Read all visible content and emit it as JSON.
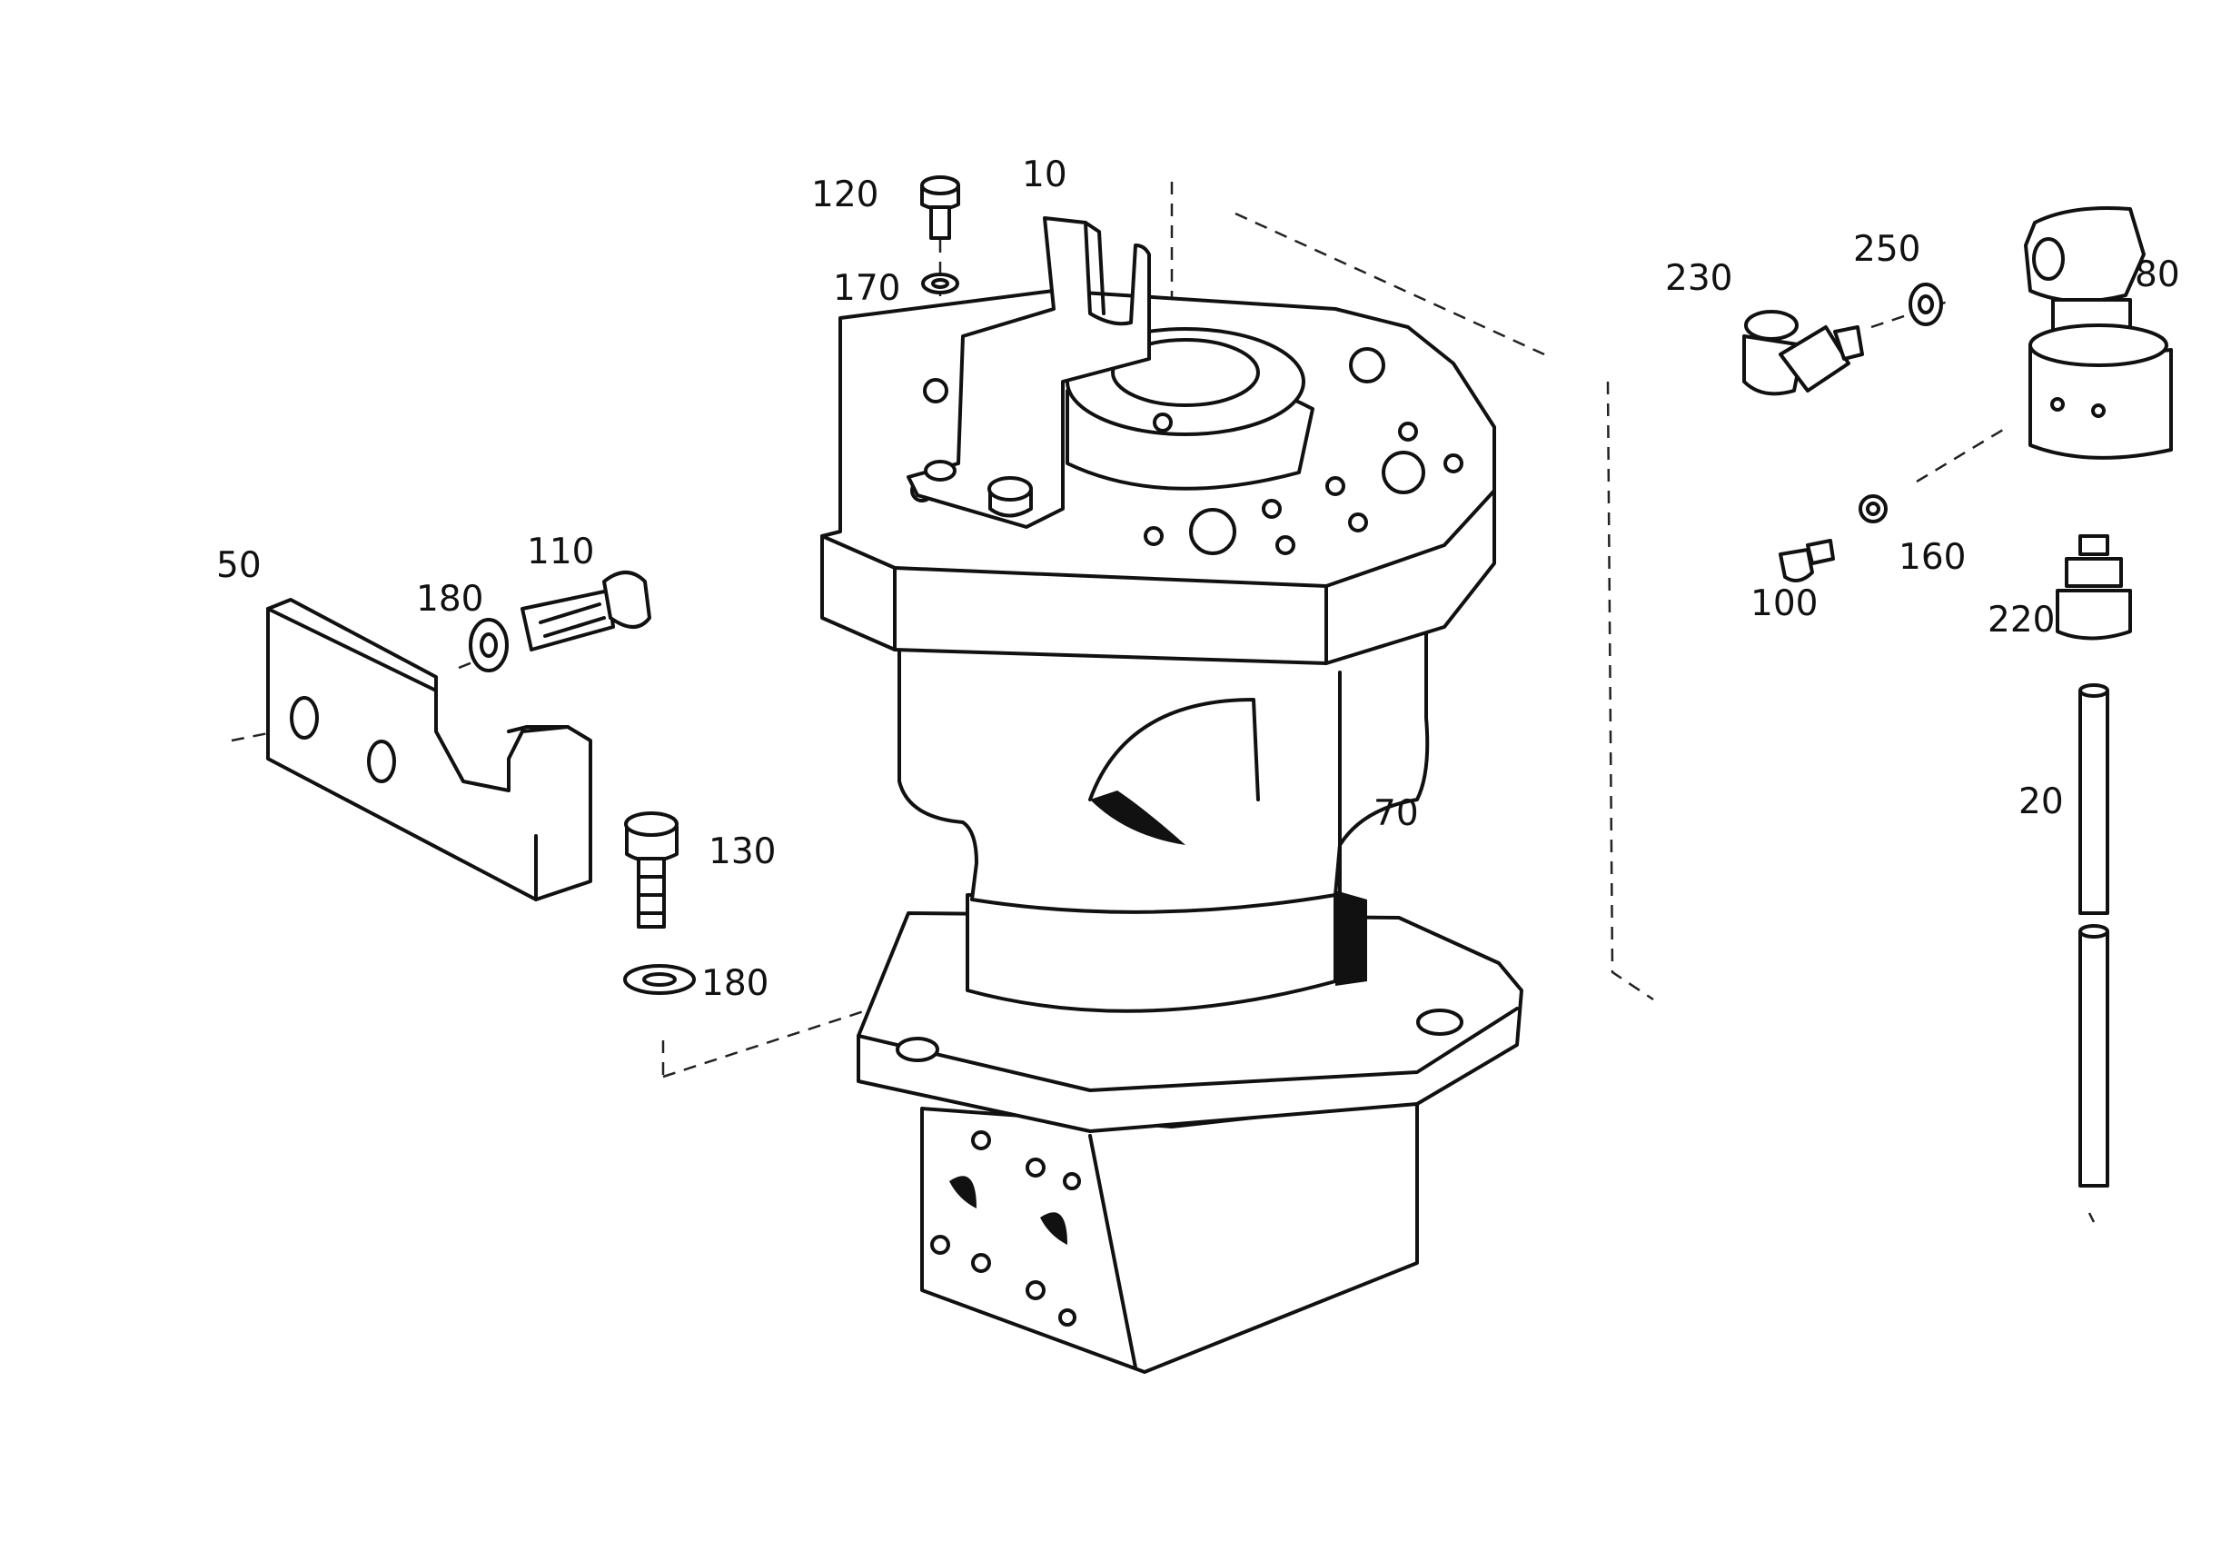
{
  "labels": {
    "p10": "10",
    "p20": "20",
    "p50": "50",
    "p70": "70",
    "p80": "80",
    "p100": "100",
    "p110": "110",
    "p120": "120",
    "p130": "130",
    "p160": "160",
    "p170": "170",
    "p180a": "180",
    "p180b": "180",
    "p220": "220",
    "p230": "230",
    "p250": "250"
  },
  "colors": {
    "ink": "#111111",
    "paper": "#ffffff"
  }
}
